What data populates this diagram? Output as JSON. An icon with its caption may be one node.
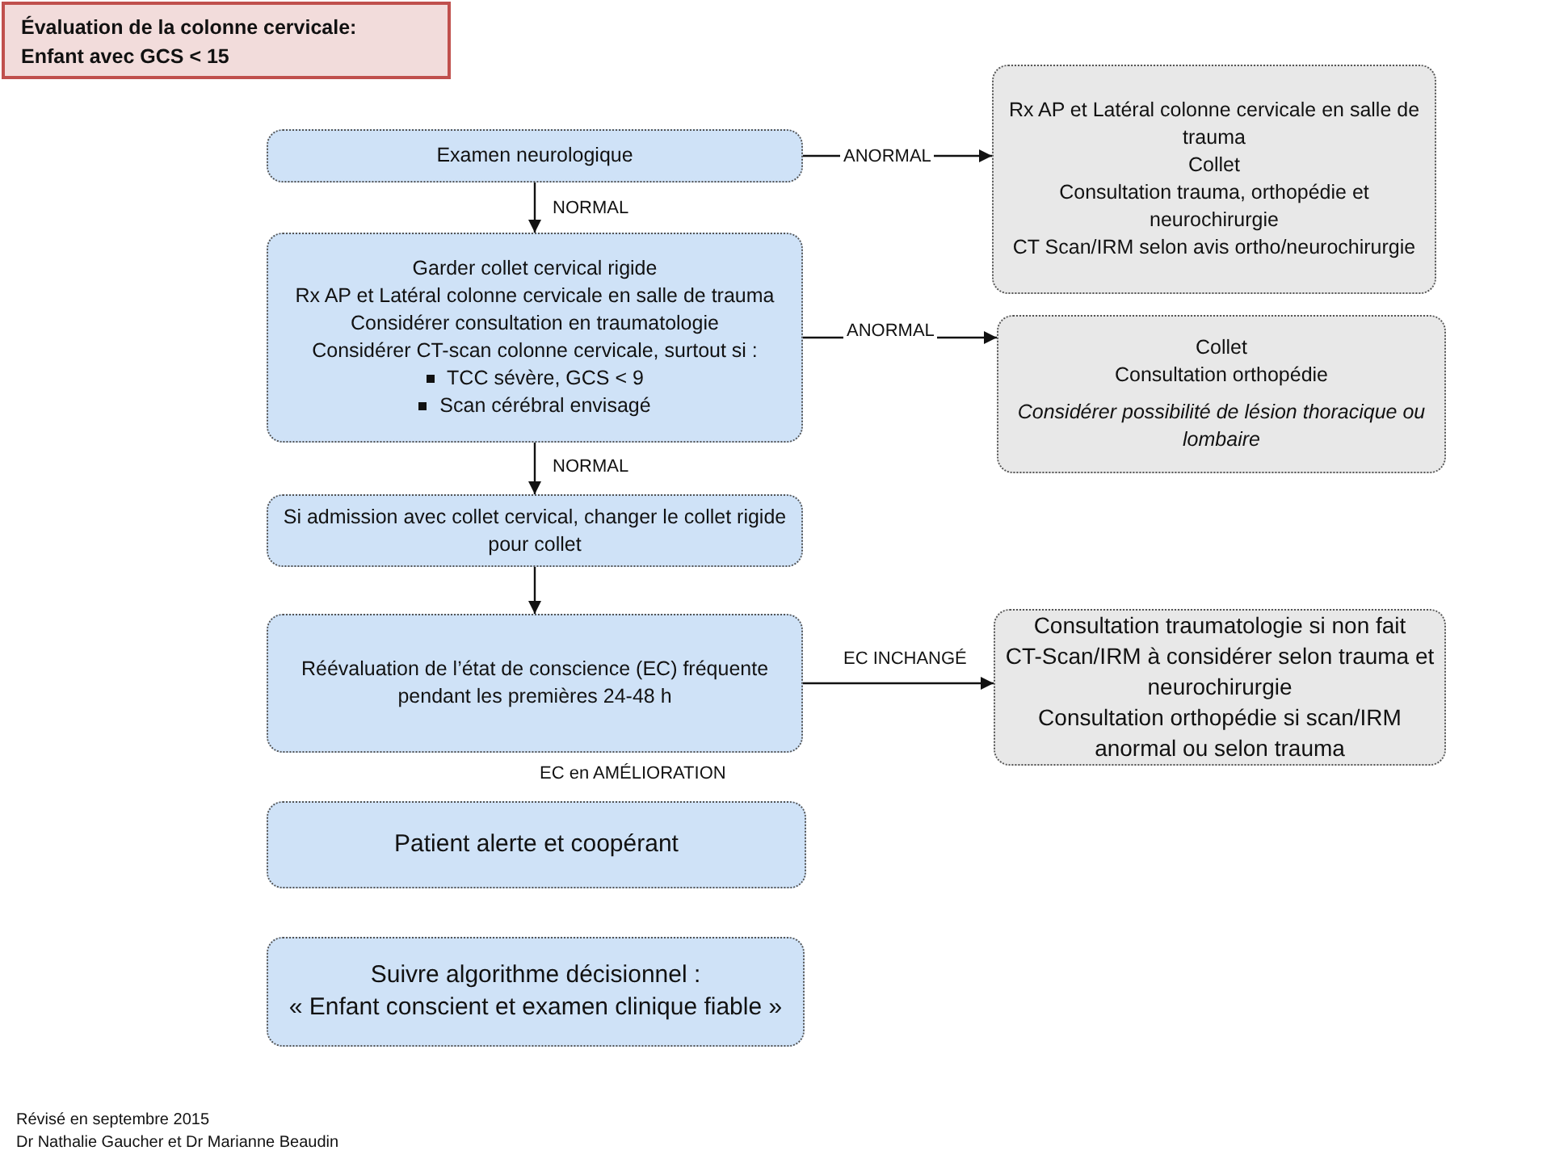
{
  "diagram": {
    "title": "Évaluation de la colonne cervicale: Enfant avec GCS < 15",
    "nodes": [
      {
        "text": [
          "Examen neurologique"
        ]
      },
      {
        "text": [
          "Garder collet cervical rigide",
          "Rx AP et Latéral colonne cervicale en salle de trauma",
          "Considérer consultation en traumatologie",
          "Considérer CT-scan colonne cervicale, surtout si :",
          "TCC sévère, GCS < 9",
          "Scan cérébral envisagé"
        ]
      },
      {
        "text": [
          "Si admission avec collet cervical, changer le collet rigide pour collet"
        ]
      },
      {
        "text": [
          "Réévaluation de l’état de conscience (EC) fréquente pendant les premières 24-48 h"
        ]
      },
      {
        "text": [
          "Patient alerte et coopérant"
        ]
      },
      {
        "text": [
          "Suivre algorithme décisionnel :",
          "« Enfant conscient et examen clinique fiable »"
        ]
      },
      {
        "text": [
          "Rx AP et Latéral colonne cervicale en salle de trauma",
          "Collet",
          "Consultation trauma, orthopédie et neurochirurgie",
          "CT Scan/IRM selon avis ortho/neurochirurgie"
        ]
      },
      {
        "text": [
          "Collet",
          "Consultation orthopédie",
          "Considérer possibilité de lésion thoracique ou lombaire"
        ]
      },
      {
        "text": [
          "Consultation traumatologie si non fait",
          "CT-Scan/IRM à considérer selon trauma et neurochirurgie",
          "Consultation orthopédie si scan/IRM anormal ou selon trauma"
        ]
      }
    ],
    "edges": [
      {
        "from": 0,
        "to": 1,
        "arrow": "to",
        "label": "NORMAL"
      },
      {
        "from": 0,
        "to": 6,
        "arrow": "to",
        "label": "ANORMAL"
      },
      {
        "from": 1,
        "to": 2,
        "arrow": "to",
        "label": "NORMAL"
      },
      {
        "from": 1,
        "to": 7,
        "arrow": "to",
        "label": "ANORMAL"
      },
      {
        "from": 2,
        "to": 3,
        "arrow": "to"
      },
      {
        "from": 3,
        "to": 8,
        "arrow": "to",
        "label": "EC INCHANGÉ"
      }
    ],
    "labels": [
      "EC en AMÉLIORATION",
      "Révisé en septembre 2015",
      "Dr Nathalie Gaucher et Dr Marianne Beaudin"
    ]
  }
}
